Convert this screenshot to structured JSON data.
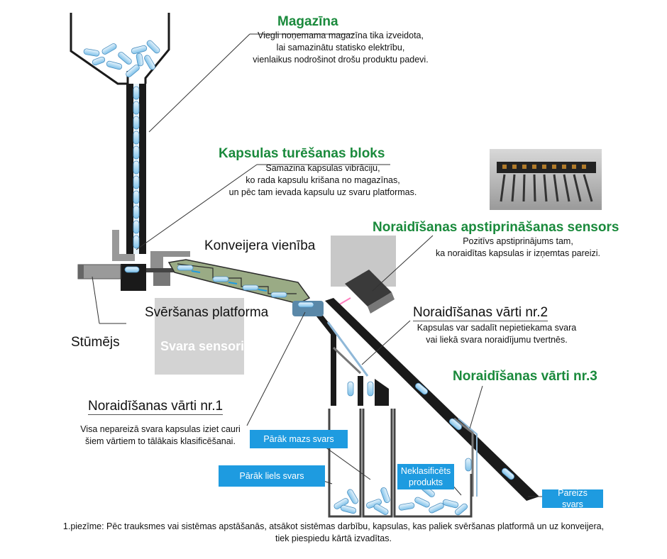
{
  "magazine": {
    "title": "Magazīna",
    "lines": [
      "Viegli noņemama magazīna tika izveidota,",
      "lai samazinātu statisko elektrību,",
      "vienlaikus nodrošinot drošu produktu padevi."
    ]
  },
  "holder": {
    "title": "Kapsulas turēšanas bloks",
    "lines": [
      "Samazina kapsulas vibrāciju,",
      "ko rada kapsulu krišana no magazīnas,",
      "un pēc tam ievada kapsulu uz svaru platformas."
    ]
  },
  "sensor": {
    "title": "Noraidīšanas apstiprināšanas sensors",
    "lines": [
      "Pozitīvs apstiprinājums tam,",
      "ka noraidītas kapsulas ir izņemtas pareizi."
    ]
  },
  "conveyor": {
    "title": "Konveijera vienība"
  },
  "platform": {
    "title": "Svēršanas platforma"
  },
  "pusher": {
    "title": "Stūmējs"
  },
  "weight_sensors": {
    "title": "Svara sensori"
  },
  "gate2": {
    "title": "Noraidīšanas vārti nr.2",
    "lines": [
      "Kapsulas var sadalīt nepietiekama svara",
      "vai liekā svara noraidījumu tvertnēs."
    ]
  },
  "gate3": {
    "title": "Noraidīšanas vārti nr.3"
  },
  "gate1": {
    "title": "Noraidīšanas vārti nr.1",
    "lines": [
      "Visa nepareizā svara kapsulas iziet cauri",
      "šiem vārtiem to tālākais klasificēšanai."
    ]
  },
  "bins": {
    "too_light": "Pārāk mazs svars",
    "too_heavy": "Pārāk liels svars",
    "unclassified_1": "Neklasificēts",
    "unclassified_2": "produkts",
    "correct": "Pareizs svars"
  },
  "note": {
    "line1": "1.piezīme: Pēc trauksmes vai sistēmas apstāšanās, atsākot sistēmas darbību, kapsulas, kas paliek svēršanas platformā un uz konveijera,",
    "line2": "tiek piespiedu kārtā izvadītas."
  },
  "colors": {
    "accent_green": "#1a8a3c",
    "label_blue": "#1e9be0",
    "capsule_blue": "#9cd0ef",
    "conveyor_green": "#9aab85"
  }
}
